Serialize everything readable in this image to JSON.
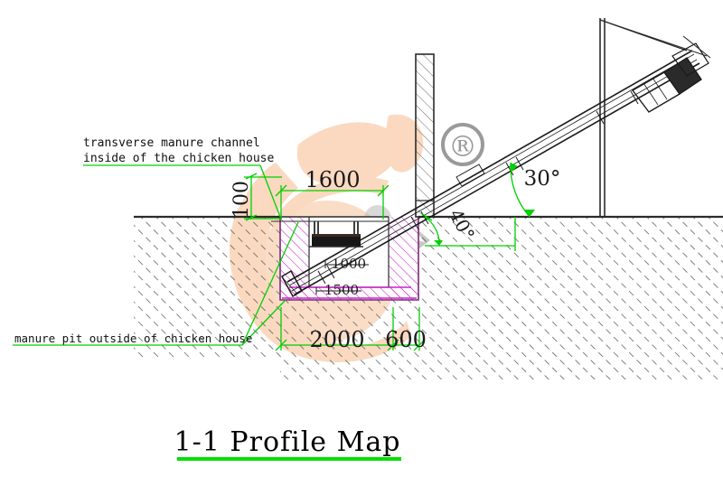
{
  "drawing": {
    "title": "1-1 Profile Map",
    "title_underline_color": "#00e000",
    "background_color": "#ffffff",
    "line_color": "#111111",
    "dimension_color": "#00e000",
    "pit_wall_color": "#cc00cc",
    "ground_hatch_color": "#555555"
  },
  "annotations": {
    "transverse_channel_line1": "transverse manure channel",
    "transverse_channel_line2": "inside of the chicken house",
    "manure_pit_label": "manure pit outside of chicken house"
  },
  "dimensions": {
    "depth_100": "100",
    "channel_width_1600": "1600",
    "pit_width_2000": "2000",
    "wall_offset_600": "600",
    "inner_1000": "1000",
    "inner_1500": "1500",
    "angle_conveyor": "30°",
    "angle_pit": "40°"
  },
  "watermark": {
    "registered_mark": "®",
    "logo_color": "#fad7bd",
    "mark_color": "#9a9a9a"
  }
}
